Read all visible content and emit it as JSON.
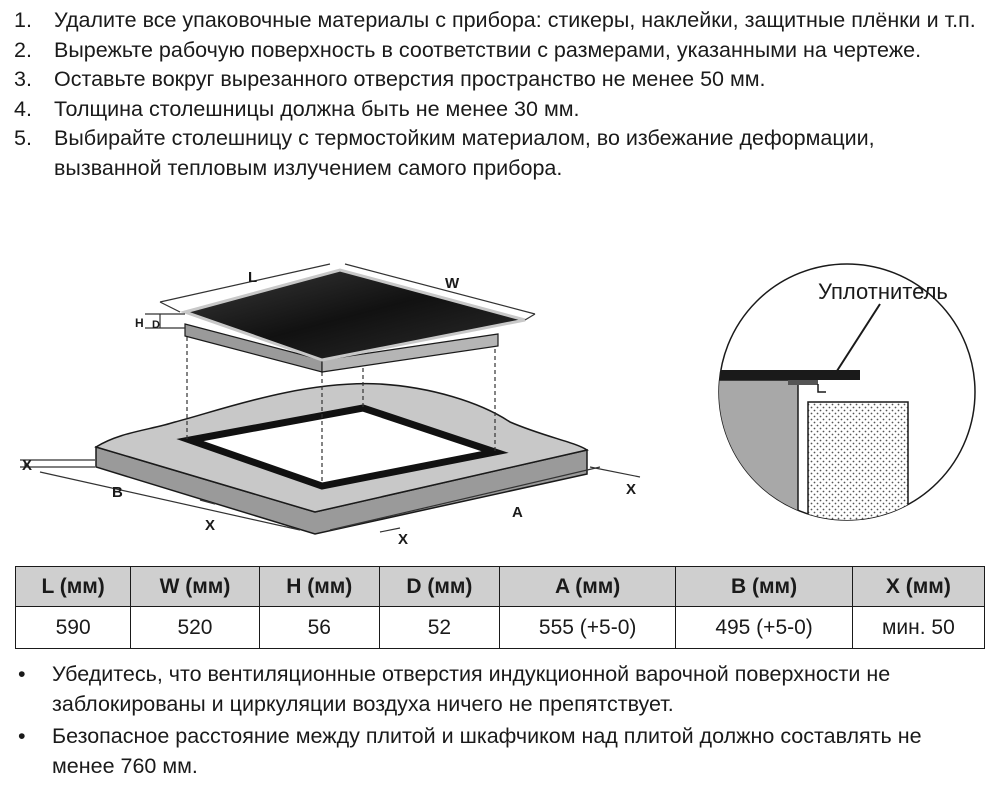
{
  "steps": [
    {
      "num": "1.",
      "text": "Удалите все упаковочные материалы с прибора: стикеры, наклейки, защитные плёнки и т.п."
    },
    {
      "num": "2.",
      "text": "Вырежьте рабочую поверхность в соответствии с размерами, указанными на чертеже."
    },
    {
      "num": "3.",
      "text": "Оставьте вокруг вырезанного отверстия пространство не менее 50 мм."
    },
    {
      "num": "4.",
      "text": "Толщина столешницы должна быть не менее 30 мм."
    },
    {
      "num": "5.",
      "text": "Выбирайте столешницу с термостойким материалом, во избежание деформации, вызванной тепловым излучением самого прибора."
    }
  ],
  "diagram": {
    "labels": {
      "l": "L",
      "w": "W",
      "h": "H",
      "d": "D",
      "a": "A",
      "b": "B",
      "x": "X"
    },
    "seal_label": "Уплотнитель"
  },
  "dimensions": {
    "headers": [
      "L (мм)",
      "W (мм)",
      "H (мм)",
      "D (мм)",
      "A (мм)",
      "B (мм)",
      "X (мм)"
    ],
    "values": [
      "590",
      "520",
      "56",
      "52",
      "555 (+5-0)",
      "495 (+5-0)",
      "мин. 50"
    ]
  },
  "notes": [
    {
      "bullet": "•",
      "text": "Убедитесь, что вентиляционные отверстия индукционной варочной поверхности не заблокированы и циркуляции воздуха ничего не препятствует."
    },
    {
      "bullet": "•",
      "text": "Безопасное расстояние между плитой и шкафчиком над плитой должно составлять не менее 760 мм."
    }
  ],
  "colors": {
    "text": "#1a1a1a",
    "counter": "#c8c8c8",
    "glass": "#1c1c1c",
    "header_bg": "#cfcfcf"
  }
}
